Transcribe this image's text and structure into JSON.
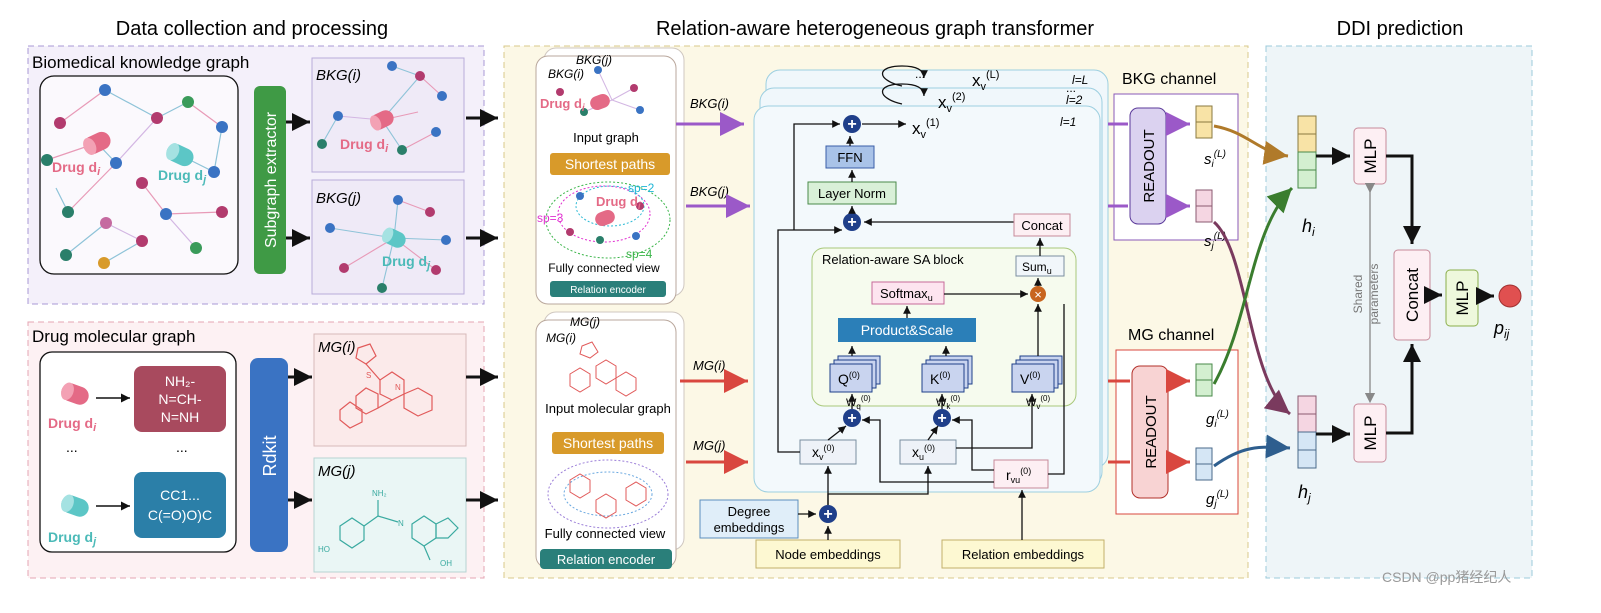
{
  "sections": {
    "left_title": "Data collection and processing",
    "middle_title": "Relation-aware heterogeneous graph transformer",
    "right_title": "DDI prediction"
  },
  "bkg": {
    "title": "Biomedical knowledge graph",
    "drug_i": "Drug d",
    "drug_i_sub": "i",
    "drug_j": "Drug d",
    "drug_j_sub": "j",
    "extractor": "Subgraph extractor",
    "bkg_i": "BKG(i)",
    "bkg_j": "BKG(j)"
  },
  "mg": {
    "title": "Drug molecular graph",
    "drug_i": "Drug d",
    "drug_i_sub": "i",
    "drug_j": "Drug d",
    "drug_j_sub": "j",
    "smiles_i": [
      "NH₂-",
      "N=CH-",
      "N=NH"
    ],
    "smiles_j": [
      "CC1...",
      "C(=O)O)C"
    ],
    "dots_left": "...",
    "dots_right": "...",
    "rdkit": "Rdkit",
    "mg_i": "MG(i)",
    "mg_j": "MG(j)",
    "atom_nh2": "NH₂",
    "atom_ho": "HO",
    "atom_oh": "OH",
    "atom_n": "N",
    "atom_s": "S"
  },
  "transformer": {
    "input_graph": "Input graph",
    "shortest_paths": "Shortest paths",
    "fully_connected": "Fully connected view",
    "relation_encoder": "Relation encoder",
    "input_mol_graph": "Input molecular graph",
    "sp2": "sp=2",
    "sp3": "sp=3",
    "sp4": "sp=4",
    "in_bkg_i": "BKG(i)",
    "in_bkg_j": "BKG(j)",
    "in_mg_i": "MG(i)",
    "in_mg_j": "MG(j)",
    "layer_L": "l=L",
    "layer_2": "l=2",
    "layer_1": "l=1",
    "layer_dots": "...",
    "xvL": "x",
    "xvL_sup": "(L)",
    "xv2_sup": "(2)",
    "xv1_sup": "(1)",
    "xv0_sup": "(0)",
    "xu0_sup": "(0)",
    "v_sub": "v",
    "u_sub": "u",
    "ffn": "FFN",
    "layer_norm": "Layer Norm",
    "concat": "Concat",
    "sa_block": "Relation-aware SA block",
    "sum_u": "Sum",
    "softmax": "Softmax",
    "product_scale": "Product&Scale",
    "q": "Q",
    "k": "K",
    "v": "V",
    "w": "W",
    "q_sub": "q",
    "k_sub": "k",
    "r": "r",
    "vu_sub": "vu",
    "degree_emb": [
      "Degree",
      "embeddings"
    ],
    "node_emb": "Node embeddings",
    "relation_emb": "Relation embeddings",
    "bkg_channel": "BKG channel",
    "mg_channel": "MG channel",
    "readout": "READOUT",
    "s": "s",
    "g": "g",
    "sub_i": "i",
    "sub_j": "j",
    "sup_L": "(L)"
  },
  "prediction": {
    "mlp": "MLP",
    "concat": "Concat",
    "shared": [
      "Shared",
      "parameters"
    ],
    "h": "h",
    "h_i_sub": "i",
    "h_j_sub": "j",
    "p": "p",
    "p_sub": "ij"
  },
  "watermark": "CSDN @pp猪经纪人",
  "colors": {
    "purple_bg": "#f4f0fa",
    "pink_bg": "#fdf1f3",
    "yellow_bg": "#fcf8e6",
    "blue_bg": "#eef5f8",
    "green": "#3f9a45",
    "blue_dark": "#3a73c3",
    "teal": "#2a7f7a",
    "orange": "#d89a2a",
    "bkg_arrow": "#9b59c8",
    "mg_arrow": "#d9473f"
  }
}
